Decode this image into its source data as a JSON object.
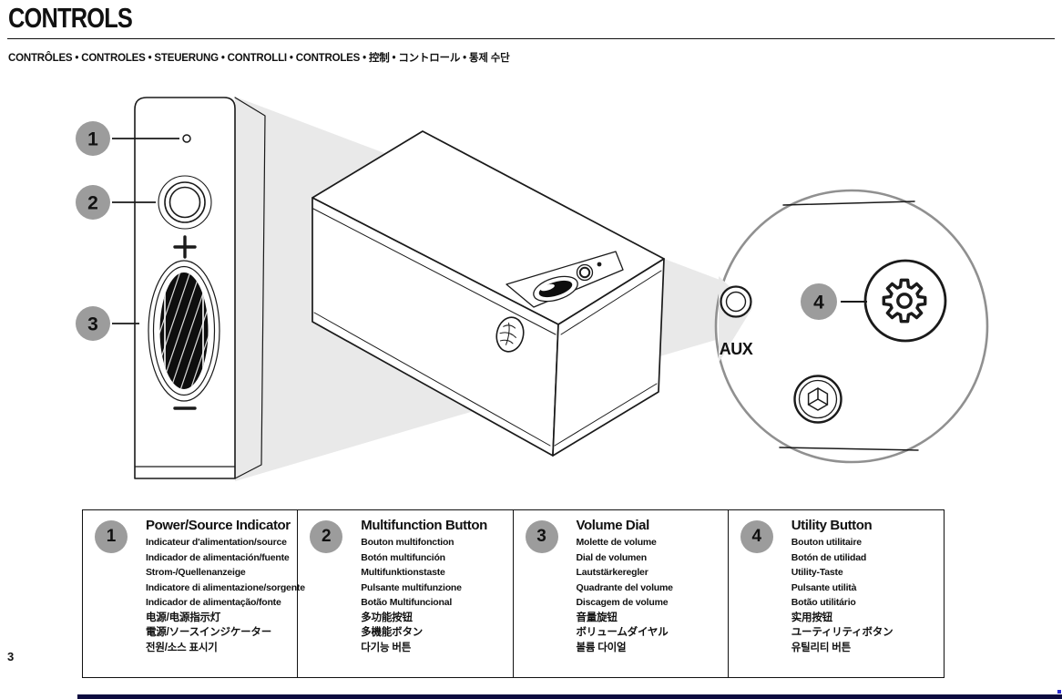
{
  "page": {
    "title": "CONTROLS",
    "subtitle": "CONTRÔLES • CONTROLES • STEUERUNG • CONTROLLI • CONTROLES • 控制 • コントロール • 통제 수단",
    "page_number": "3"
  },
  "diagram": {
    "callouts": [
      "1",
      "2",
      "3",
      "4"
    ],
    "magnifier": {
      "aux_label": "AUX"
    },
    "icons": [
      "led-indicator-icon",
      "multifunction-button-icon",
      "volume-dial-icon",
      "plus-icon",
      "minus-icon",
      "aux-jack-icon",
      "gear-icon",
      "cube-icon",
      "brand-badge-icon"
    ]
  },
  "legend": {
    "items": [
      {
        "number": "1",
        "title": "Power/Source Indicator",
        "translations": [
          "Indicateur d'alimentation/source",
          "Indicador de alimentación/fuente",
          "Strom-/Quellenanzeige",
          "Indicatore di alimentazione/sorgente",
          "Indicador de alimentação/fonte",
          "电源/电源指示灯",
          "電源/ソースインジケーター",
          "전원/소스 표시기"
        ]
      },
      {
        "number": "2",
        "title": "Multifunction Button",
        "translations": [
          "Bouton multifonction",
          "Botón multifunción",
          "Multifunktionstaste",
          "Pulsante multifunzione",
          "Botão Multifuncional",
          "多功能按钮",
          "多機能ボタン",
          "다기능 버튼"
        ]
      },
      {
        "number": "3",
        "title": "Volume Dial",
        "translations": [
          "Molette de volume",
          "Dial de volumen",
          "Lautstärkeregler",
          "Quadrante del volume",
          "Discagem de volume",
          "音量旋钮",
          "ボリュームダイヤル",
          "볼륨 다이얼"
        ]
      },
      {
        "number": "4",
        "title": "Utility Button",
        "translations": [
          "Bouton utilitaire",
          "Botón de utilidad",
          "Utility-Taste",
          "Pulsante utilità",
          "Botão utilitário",
          "实用按钮",
          "ユーティリティボタン",
          "유틸리티 버튼"
        ]
      }
    ]
  },
  "colors": {
    "callout_gray": "#9c9c9c",
    "beam_gray": "#e9e9e9",
    "line_black": "#1a1a1a",
    "magnifier_ring_gray": "#909090",
    "footer_navy": "#0d0b3f",
    "accent_blue": "#2a2ad0"
  }
}
